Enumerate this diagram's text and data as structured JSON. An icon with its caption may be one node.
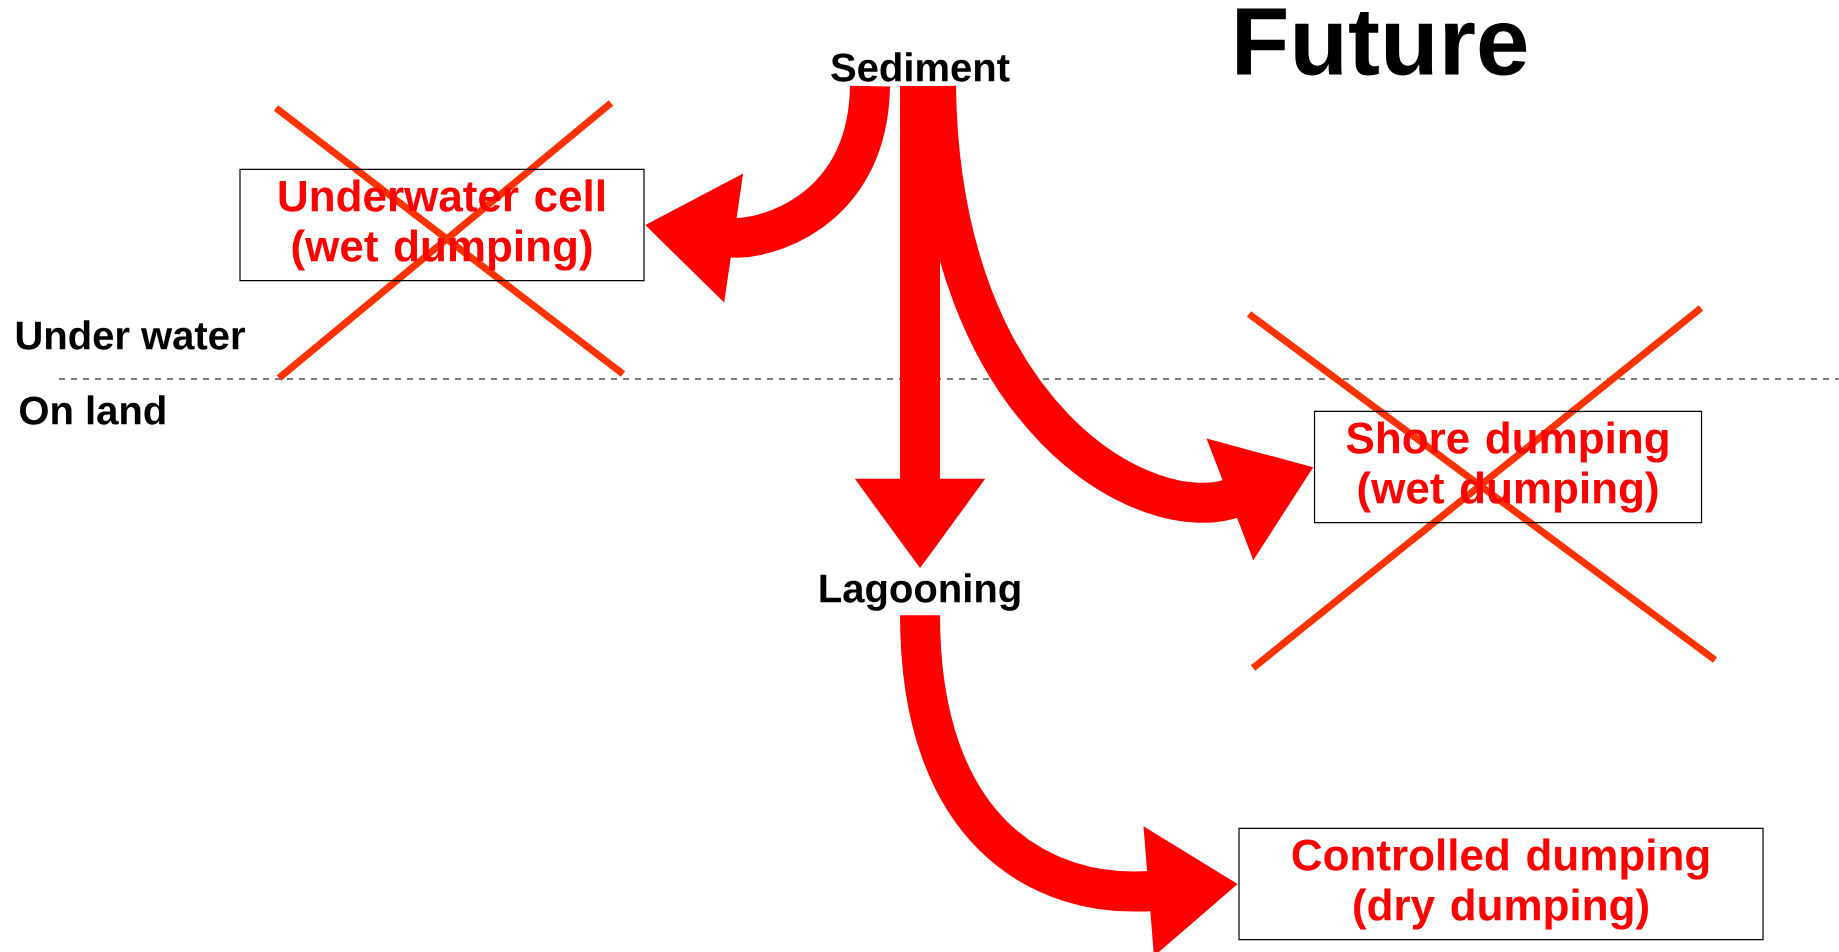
{
  "diagram": {
    "title": "Future",
    "nodes": [
      {
        "text": [
          "Sediment"
        ]
      },
      {
        "text": [
          "Underwater cell (wet dumping)"
        ]
      },
      {
        "text": [
          "Lagooning"
        ]
      },
      {
        "text": [
          "Shore dumping (wet dumping)"
        ]
      },
      {
        "text": [
          "Controlled dumping (dry dumping)"
        ]
      }
    ],
    "edges": [
      {
        "from": 0,
        "to": 1,
        "arrow": "to"
      },
      {
        "from": 0,
        "to": 2,
        "arrow": "to"
      },
      {
        "from": 0,
        "to": 3,
        "arrow": "to"
      },
      {
        "from": 2,
        "to": 4,
        "arrow": "to"
      }
    ],
    "labels": [
      "Under water",
      "On land"
    ]
  }
}
